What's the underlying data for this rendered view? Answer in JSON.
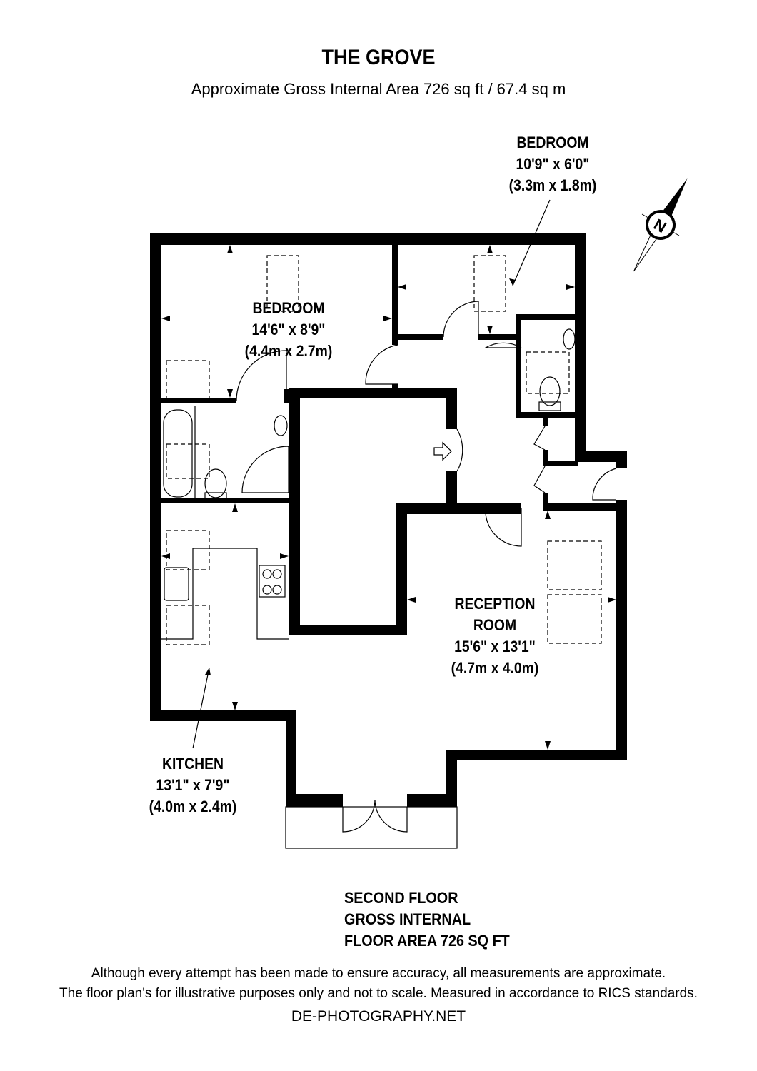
{
  "header": {
    "title": "THE GROVE",
    "subtitle": "Approximate Gross Internal Area 726 sq ft / 67.4 sq m"
  },
  "rooms": [
    {
      "name": "BEDROOM",
      "imperial": "14'6\" x 8'9\"",
      "metric": "(4.4m x 2.7m)"
    },
    {
      "name": "BEDROOM",
      "imperial": "10'9\" x 6'0\"",
      "metric": "(3.3m x 1.8m)"
    },
    {
      "name": "RECEPTION",
      "name2": "ROOM",
      "imperial": "15'6\" x 13'1\"",
      "metric": "(4.7m x 4.0m)"
    },
    {
      "name": "KITCHEN",
      "imperial": "13'1\" x 7'9\"",
      "metric": "(4.0m x 2.4m)"
    }
  ],
  "compass": {
    "label": "N",
    "icon": "north-compass-icon"
  },
  "floor_label": {
    "line1": "SECOND FLOOR",
    "line2": "GROSS INTERNAL",
    "line3": "FLOOR AREA 726 SQ FT"
  },
  "footer": {
    "disclaimer1": "Although every attempt has been made to ensure accuracy, all measurements are approximate.",
    "disclaimer2": "The floor plan's for illustrative purposes only and not to scale. Measured in accordance to RICS standards.",
    "brand": "DE-PHOTOGRAPHY.NET"
  },
  "colors": {
    "wall": "#000000",
    "background": "#ffffff"
  }
}
